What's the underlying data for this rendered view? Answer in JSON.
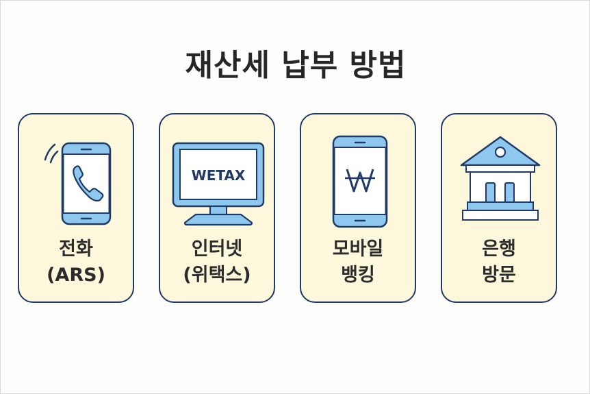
{
  "title": "재산세 납부 방법",
  "colors": {
    "card_fill": "#fdf8dc",
    "card_border": "#1f3a66",
    "icon_fill": "#8fc8ee",
    "icon_stroke": "#1f3a66",
    "text": "#2b2b2b"
  },
  "methods": [
    {
      "icon": "smartphone-phone-icon",
      "line1": "전화",
      "line2": "(ARS)"
    },
    {
      "icon": "computer-monitor-icon",
      "line1": "인터넷",
      "line2": "(위택스)",
      "screen_text": "WETAX"
    },
    {
      "icon": "smartphone-won-icon",
      "line1": "모바일",
      "line2": "뱅킹",
      "screen_symbol": "₩"
    },
    {
      "icon": "bank-building-icon",
      "line1": "은행",
      "line2": "방문"
    }
  ]
}
